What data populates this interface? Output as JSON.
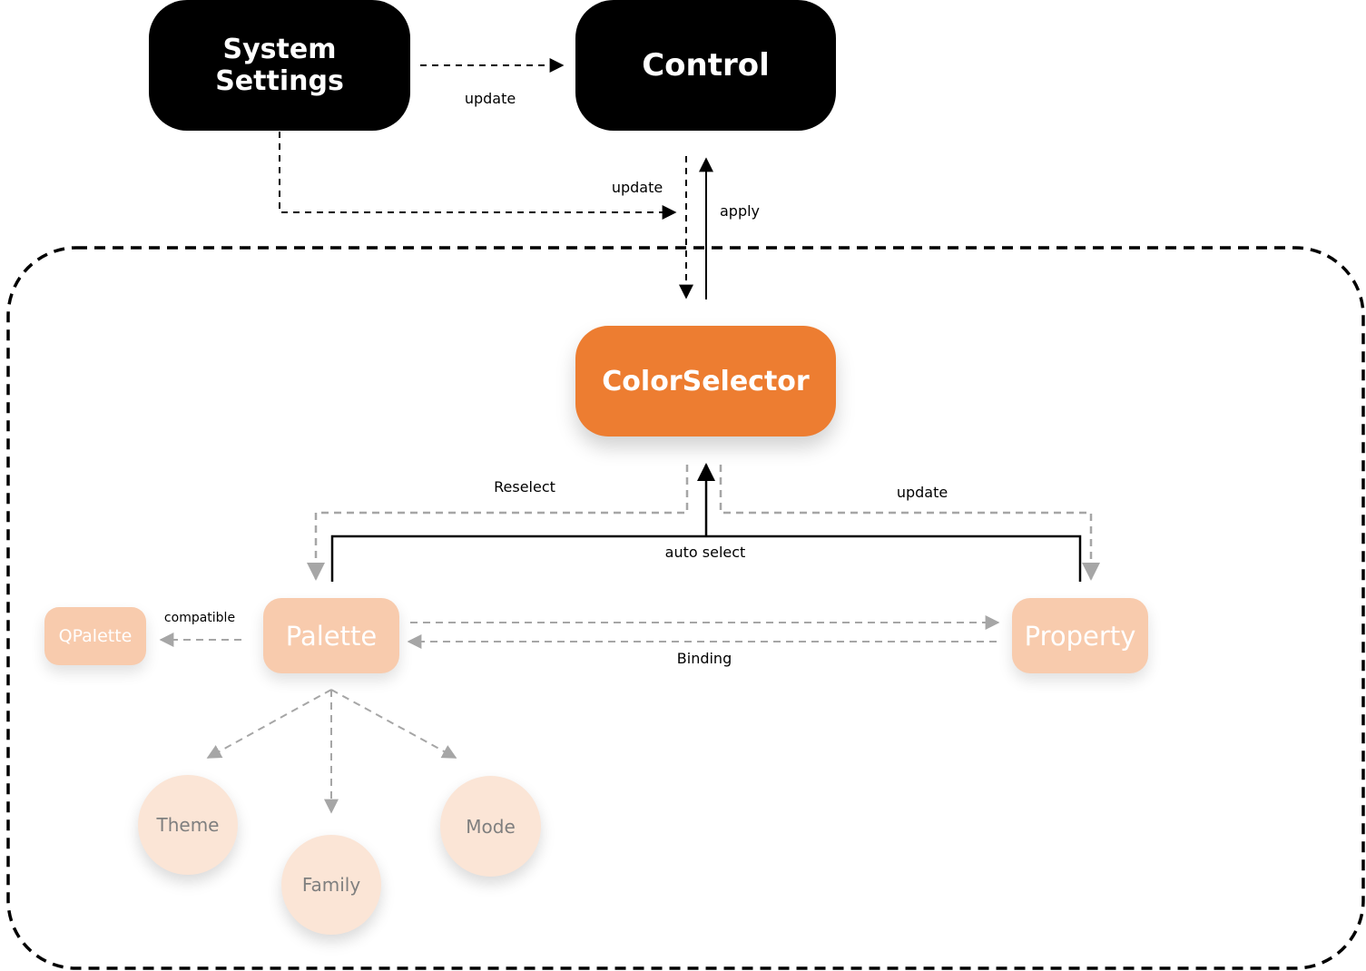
{
  "nodes": {
    "system_settings": "System\nSettings",
    "control": "Control",
    "color_selector": "ColorSelector",
    "palette": "Palette",
    "property": "Property",
    "qpalette": "QPalette",
    "theme": "Theme",
    "family": "Family",
    "mode": "Mode"
  },
  "edges": {
    "settings_to_control": "update",
    "settings_to_selector": "update",
    "selector_to_control": "apply",
    "selector_to_palette": "Reselect",
    "selector_to_property": "update",
    "auto_select": "auto select",
    "palette_to_qpalette": "compatible",
    "binding": "Binding"
  },
  "colors": {
    "dark_node": "#000000",
    "accent_node": "#ed7d31",
    "secondary_node": "#f8cbad",
    "leaf_node": "#fbe5d6",
    "dashed_gray": "#a6a6a6"
  }
}
